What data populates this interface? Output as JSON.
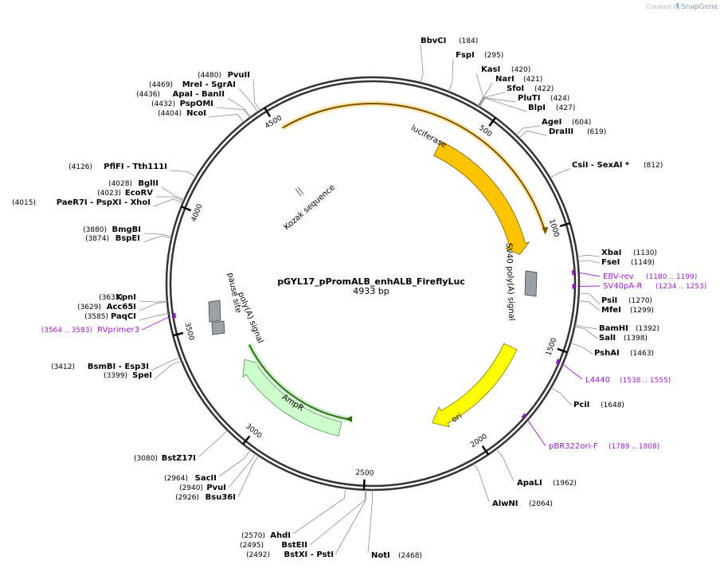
{
  "credit": {
    "prefix": "Created by",
    "brand": "SnapGene"
  },
  "plasmid": {
    "name": "pGYL17_pPromALB_enhALB_FireflyLuc",
    "length": "4933 bp"
  },
  "ticks": [
    {
      "pos": 500,
      "label": "500"
    },
    {
      "pos": 1000,
      "label": "1000"
    },
    {
      "pos": 1500,
      "label": "1500"
    },
    {
      "pos": 2000,
      "label": "2000"
    },
    {
      "pos": 2500,
      "label": "2500"
    },
    {
      "pos": 3000,
      "label": "3000"
    },
    {
      "pos": 3500,
      "label": "3500"
    },
    {
      "pos": 4000,
      "label": "4000"
    },
    {
      "pos": 4500,
      "label": "4500"
    }
  ],
  "features": [
    {
      "name": "luciferase",
      "start": 350,
      "end": 1080,
      "color": "#ffc400"
    },
    {
      "name": "ori",
      "start": 1570,
      "end": 2150,
      "color": "#ffff00"
    },
    {
      "name": "AmpR",
      "start": 2640,
      "end": 3280,
      "color": "#ccffcc"
    }
  ],
  "small_features": [
    {
      "name": "SV40 poly(A) signal"
    },
    {
      "name": "poly(A) signal"
    },
    {
      "name": "pause site"
    },
    {
      "name": "Kozak sequence"
    }
  ],
  "enzymes_right": [
    {
      "name": "BbvCI",
      "pos": "(184)"
    },
    {
      "name": "FspI",
      "pos": "(295)"
    },
    {
      "name": "KasI",
      "pos": "(420)"
    },
    {
      "name": "NarI",
      "pos": "(421)"
    },
    {
      "name": "SfoI",
      "pos": "(422)"
    },
    {
      "name": "PluTI",
      "pos": "(424)"
    },
    {
      "name": "BlpI",
      "pos": "(427)"
    },
    {
      "name": "AgeI",
      "pos": "(604)"
    },
    {
      "name": "DraIII",
      "pos": "(619)"
    },
    {
      "name": "CsiI  -  SexAI *",
      "pos": "(812)"
    },
    {
      "name": "XbaI",
      "pos": "(1130)"
    },
    {
      "name": "FseI",
      "pos": "(1149)"
    },
    {
      "name": "PsiI",
      "pos": "(1270)"
    },
    {
      "name": "MfeI",
      "pos": "(1299)"
    },
    {
      "name": "BamHI",
      "pos": "(1392)"
    },
    {
      "name": "SalI",
      "pos": "(1398)"
    },
    {
      "name": "PshAI",
      "pos": "(1463)"
    },
    {
      "name": "PciI",
      "pos": "(1648)"
    },
    {
      "name": "ApaLI",
      "pos": "(1962)"
    },
    {
      "name": "AlwNI",
      "pos": "(2064)"
    },
    {
      "name": "NotI",
      "pos": "(2468)"
    }
  ],
  "enzymes_left": [
    {
      "name": "PvuII",
      "pos": "(4480)"
    },
    {
      "name": "MreI  -  SgrAI",
      "pos": "(4469)"
    },
    {
      "name": "ApaI  -  BanII",
      "pos": "(4436)"
    },
    {
      "name": "PspOMI",
      "pos": "(4432)"
    },
    {
      "name": "NcoI",
      "pos": "(4404)"
    },
    {
      "name": "PflFI  -  Tth111I",
      "pos": "(4126)"
    },
    {
      "name": "BglII",
      "pos": "(4028)"
    },
    {
      "name": "EcoRV",
      "pos": "(4023)"
    },
    {
      "name": "PaeR7I  -  PspXI  -  XhoI",
      "pos": "(4015)"
    },
    {
      "name": "BmgBI",
      "pos": "(3880)"
    },
    {
      "name": "BspEI",
      "pos": "(3874)"
    },
    {
      "name": "KpnI",
      "pos": "(3633)"
    },
    {
      "name": "Acc65I",
      "pos": "(3629)"
    },
    {
      "name": "PaqCI",
      "pos": "(3585)"
    },
    {
      "name": "BsmBI  -  Esp3I",
      "pos": "(3412)"
    },
    {
      "name": "SpeI",
      "pos": "(3399)"
    },
    {
      "name": "BstZ17I",
      "pos": "(3080)"
    },
    {
      "name": "SacII",
      "pos": "(2964)"
    },
    {
      "name": "PvuI",
      "pos": "(2940)"
    },
    {
      "name": "Bsu36I",
      "pos": "(2926)"
    },
    {
      "name": "AhdI",
      "pos": "(2570)"
    },
    {
      "name": "BstEII",
      "pos": "(2495)"
    },
    {
      "name": "BstXI  -  PstI",
      "pos": "(2492)"
    }
  ],
  "primers": [
    {
      "name": "EBV-rev",
      "range": "(1180 .. 1199)"
    },
    {
      "name": "SV40pA-R",
      "range": "(1234 .. 1253)"
    },
    {
      "name": "L4440",
      "range": "(1538 .. 1555)"
    },
    {
      "name": "pBR322ori-F",
      "range": "(1789 .. 1808)"
    },
    {
      "name": "RVprimer3",
      "range": "(3564 .. 3583)"
    }
  ],
  "colors": {
    "backbone": "#333333",
    "primer": "#9a1fc7",
    "luciferase": "#ffc400",
    "ori": "#ffff00",
    "ampr": "#ccffcc",
    "terminator": "#9aa0a6"
  }
}
